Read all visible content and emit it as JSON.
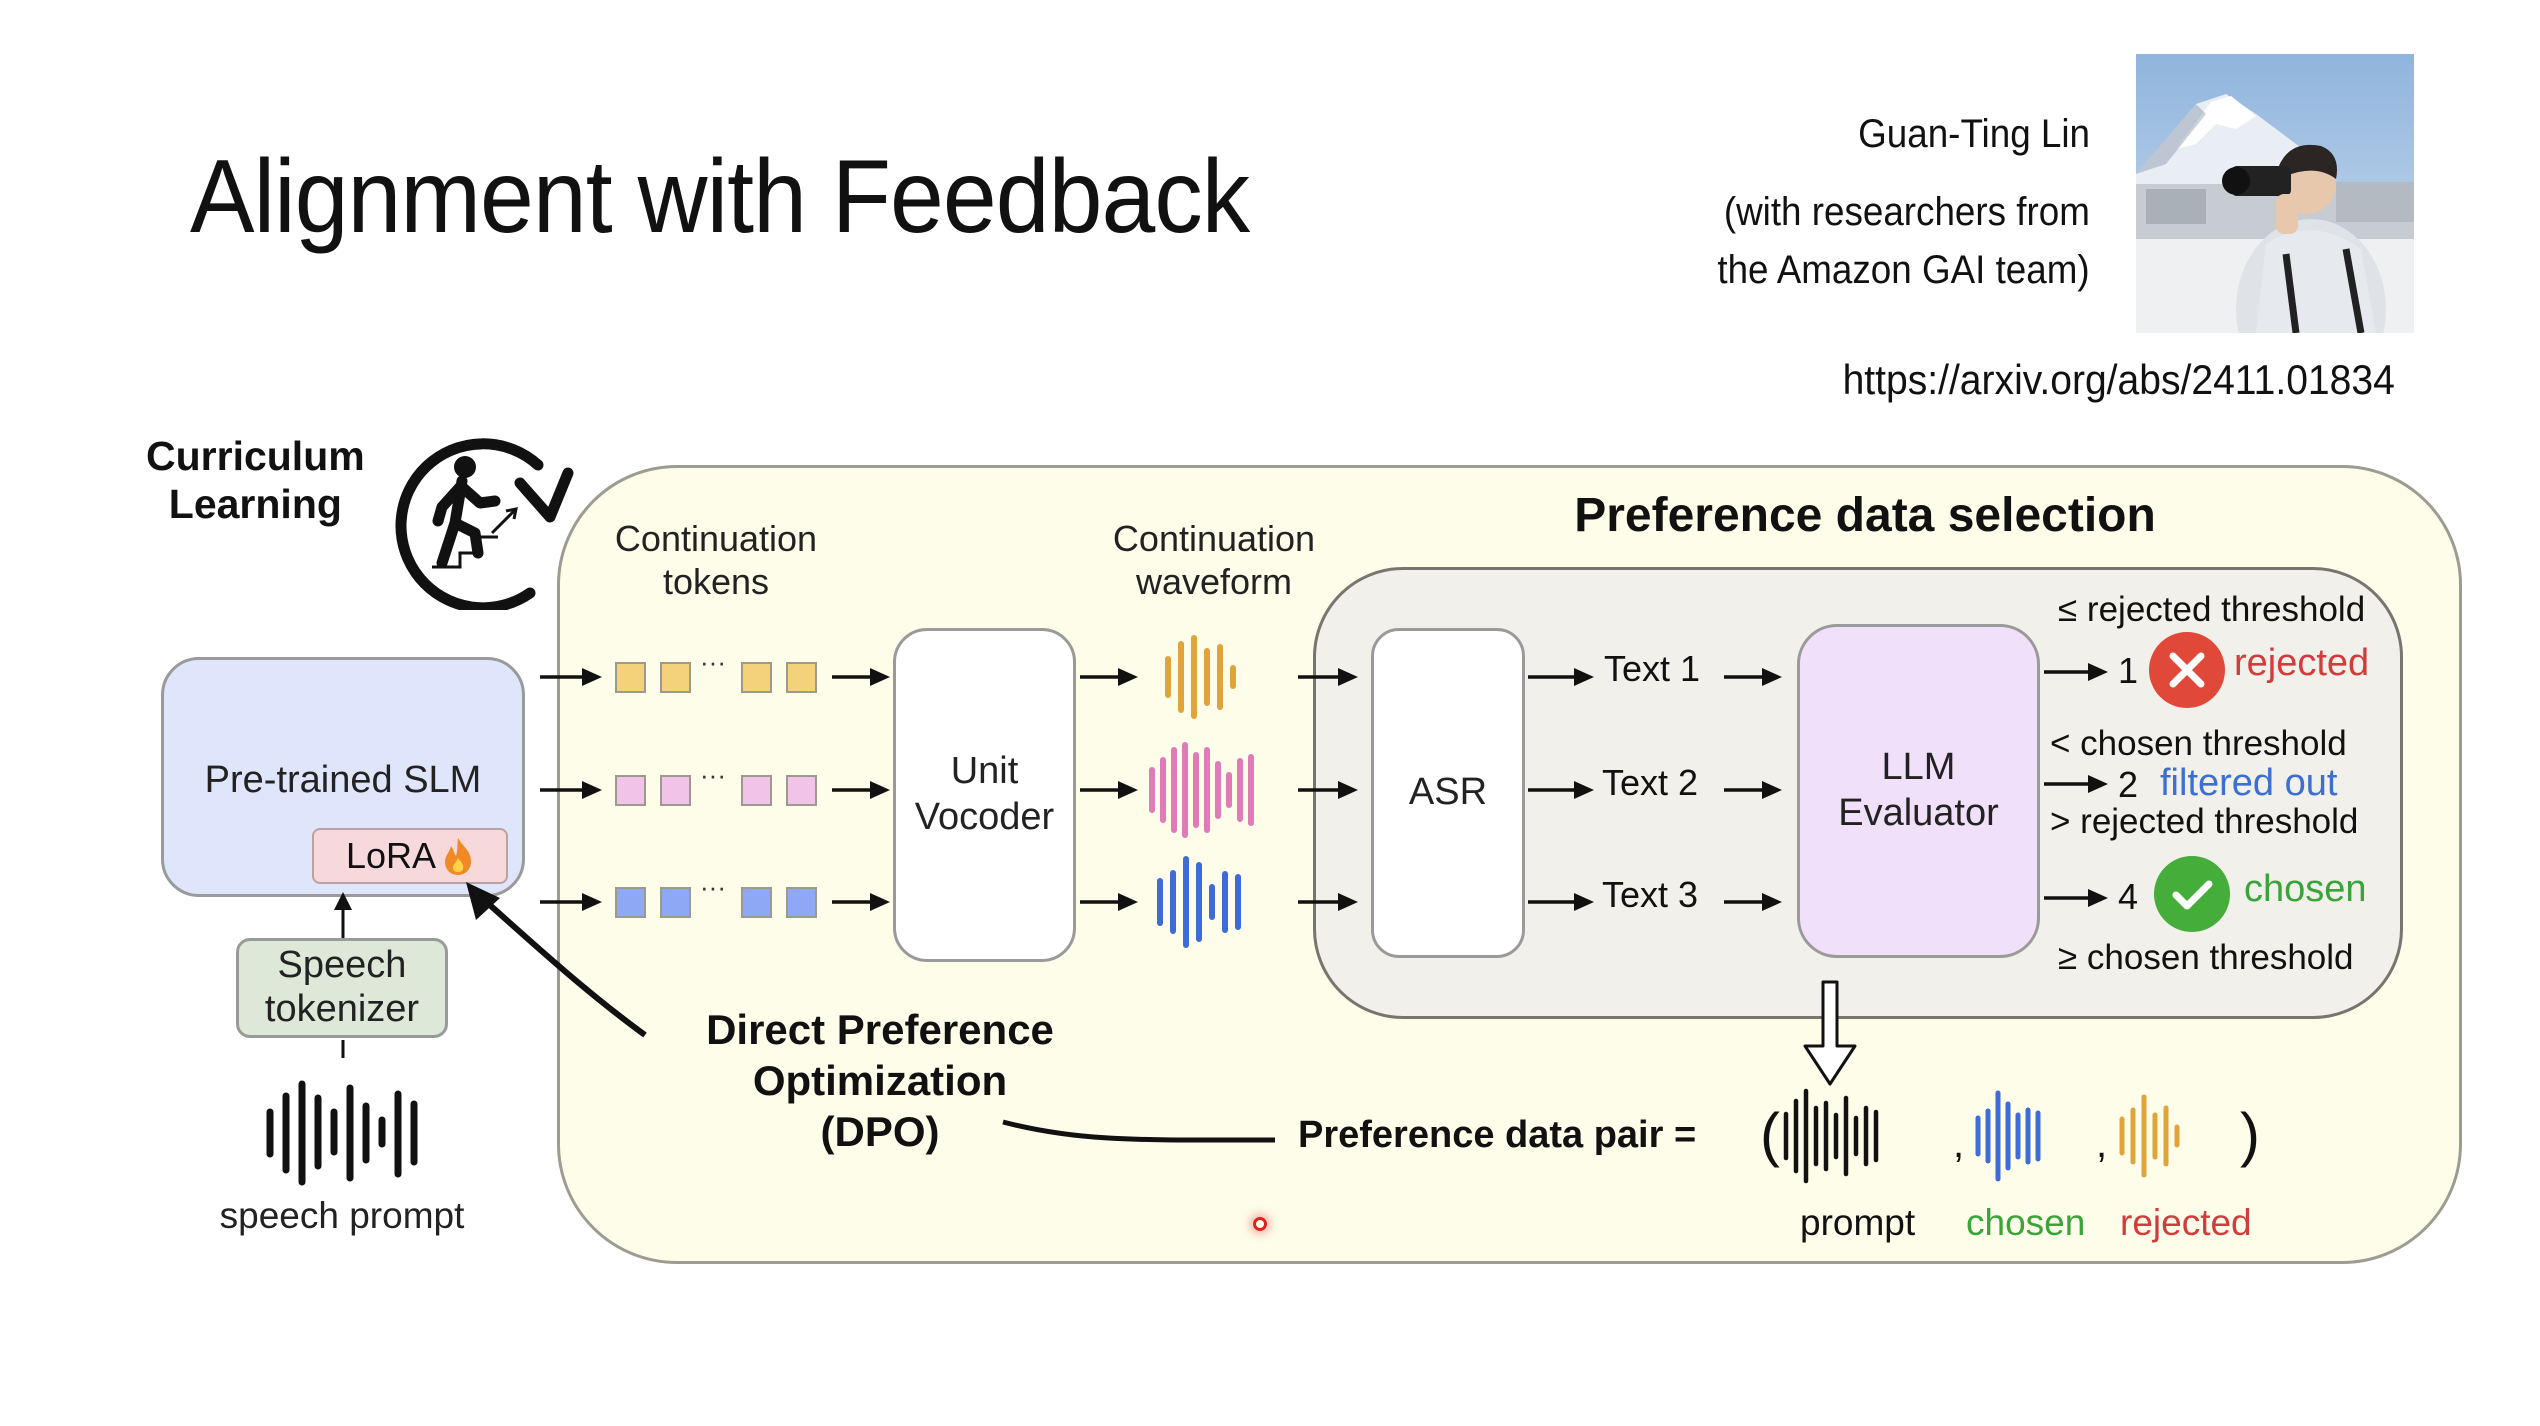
{
  "slide": {
    "title": "Alignment with Feedback",
    "author": {
      "name": "Guan-Ting Lin",
      "affiliation_line1": "(with researchers from",
      "affiliation_line2": "the Amazon GAI team)"
    },
    "photo_alt": "photo of Guan-Ting Lin with camera in front of Mt. Fuji",
    "url": "https://arxiv.org/abs/2411.01834"
  },
  "diagram": {
    "curriculum": {
      "line1": "Curriculum",
      "line2": "Learning",
      "icon": "person-climbing-stairs-cycle-icon"
    },
    "slm": {
      "label": "Pre-trained SLM",
      "lora": "LoRA",
      "lora_icon": "fire-icon"
    },
    "tokenizer": {
      "line1": "Speech",
      "line2": "tokenizer"
    },
    "speech_prompt": "speech prompt",
    "continuation_tokens": {
      "line1": "Continuation",
      "line2": "tokens",
      "ellipsis": "···"
    },
    "continuation_waveform": {
      "line1": "Continuation",
      "line2": "waveform"
    },
    "vocoder": {
      "line1": "Unit",
      "line2": "Vocoder"
    },
    "selection_title": "Preference data selection",
    "asr": "ASR",
    "texts": [
      "Text 1",
      "Text 2",
      "Text 3"
    ],
    "llm": {
      "line1": "LLM",
      "line2": "Evaluator"
    },
    "outcomes": {
      "rejected_threshold_le": "≤ rejected threshold",
      "score1": "1",
      "rejected": "rejected",
      "chosen_threshold_lt": "< chosen threshold",
      "score2": "2",
      "filtered": "filtered out",
      "rejected_threshold_gt": "> rejected threshold",
      "score4": "4",
      "chosen": "chosen",
      "chosen_threshold_ge": "≥ chosen threshold"
    },
    "dpo": {
      "line1": "Direct Preference",
      "line2": "Optimization",
      "line3": "(DPO)"
    },
    "pair": {
      "label": "Preference data pair =",
      "open": "(",
      "close": ")",
      "comma": ",",
      "prompt": "prompt",
      "chosen": "chosen",
      "rejected": "rejected"
    },
    "colors": {
      "yellow_token": "#f3d27a",
      "pink_token": "#f1c3e8",
      "blue_token": "#8ea8f5",
      "orange_wave": "#e0a43a",
      "pink_wave": "#e07bb8",
      "blue_wave": "#3d6bd8",
      "reject_red": "#e0483a",
      "chosen_green": "#45ae3a"
    }
  }
}
